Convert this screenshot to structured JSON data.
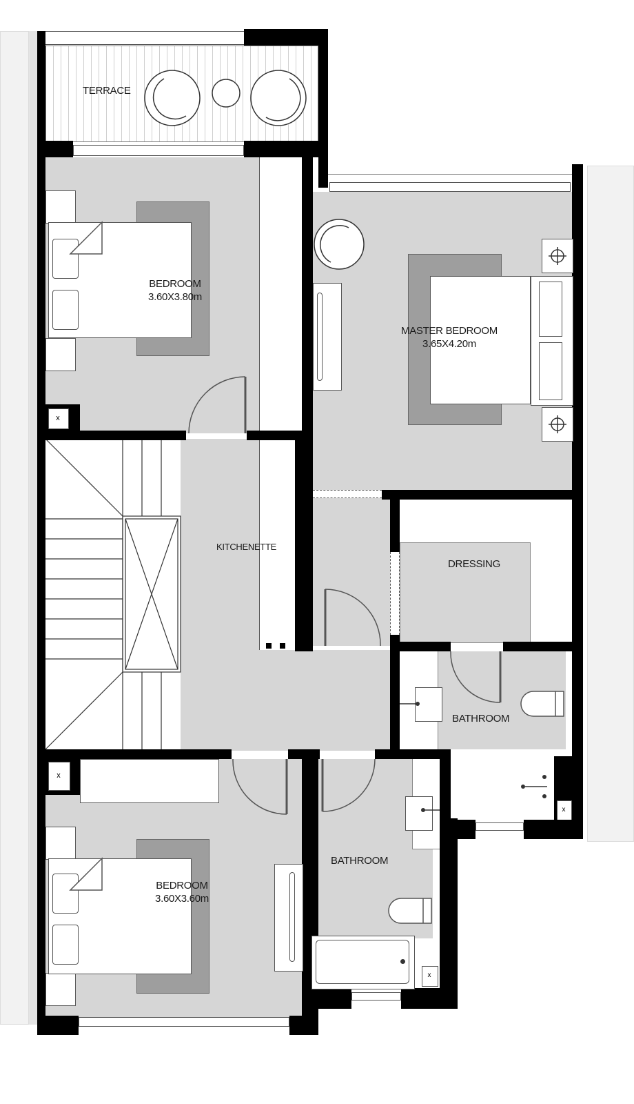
{
  "plan": {
    "rooms": [
      {
        "id": "terrace",
        "name": "TERRACE",
        "dimensions": ""
      },
      {
        "id": "bedroom_top",
        "name": "BEDROOM",
        "dimensions": "3.60X3.80m"
      },
      {
        "id": "master_bedroom",
        "name": "MASTER BEDROOM",
        "dimensions": "3.65X4.20m"
      },
      {
        "id": "kitchenette",
        "name": "KITCHENETTE",
        "dimensions": ""
      },
      {
        "id": "dressing",
        "name": "DRESSING",
        "dimensions": ""
      },
      {
        "id": "bathroom_master",
        "name": "BATHROOM",
        "dimensions": ""
      },
      {
        "id": "bathroom_bottom",
        "name": "BATHROOM",
        "dimensions": ""
      },
      {
        "id": "bedroom_bottom",
        "name": "BEDROOM",
        "dimensions": "3.60X3.60m"
      }
    ],
    "shaft_marker": "x",
    "colors": {
      "wall": "#000000",
      "floor": "#d6d6d6",
      "rug": "#9e9e9e",
      "furniture": "#ffffff",
      "ghost": "#f2f2f2"
    }
  }
}
